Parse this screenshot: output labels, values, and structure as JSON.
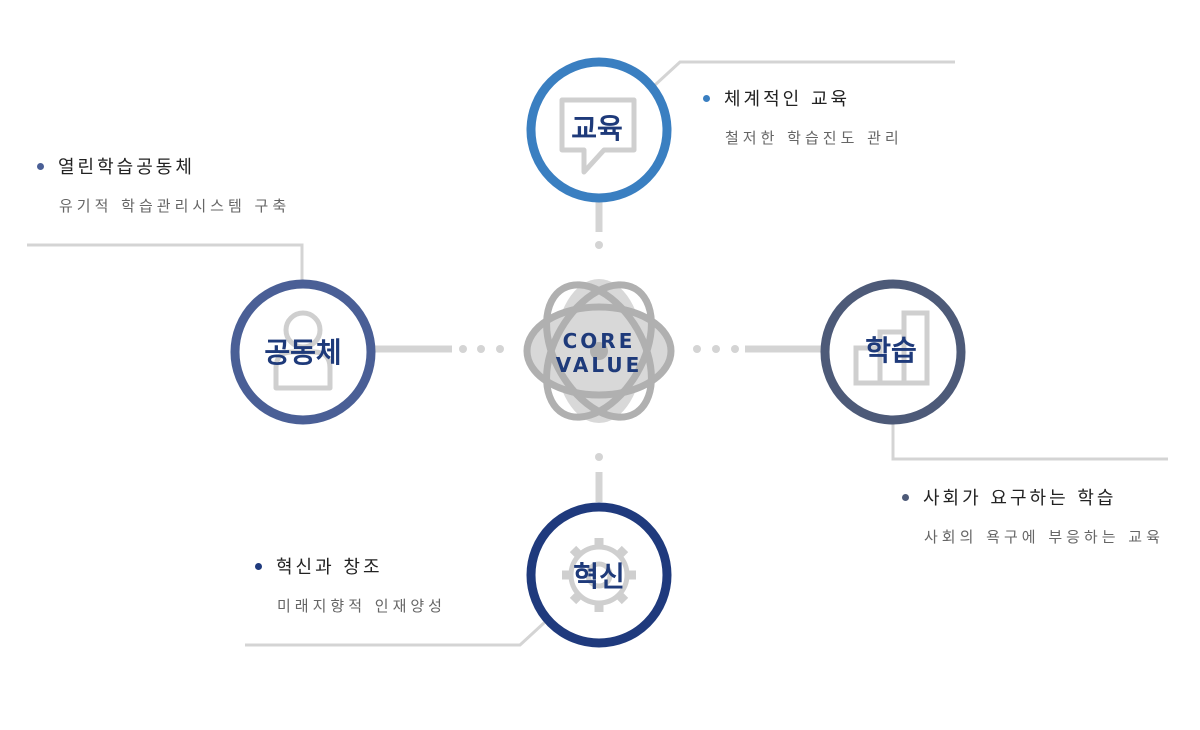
{
  "center": {
    "line1": "CORE",
    "line2": "VALUE"
  },
  "nodes": {
    "education": {
      "label": "교육",
      "ring_color": "#3a7fc1"
    },
    "community": {
      "label": "공동체",
      "ring_color": "#4a5f96"
    },
    "learning": {
      "label": "학습",
      "ring_color": "#4d5a78"
    },
    "innovation": {
      "label": "혁신",
      "ring_color": "#1f3a7d"
    }
  },
  "info": {
    "education": {
      "title": "체계적인 교육",
      "desc": "철저한 학습진도 관리",
      "dot_color": "#3a7fc1"
    },
    "community": {
      "title": "열린학습공동체",
      "desc": "유기적 학습관리시스템 구축",
      "dot_color": "#4a5f96"
    },
    "learning": {
      "title": "사회가 요구하는 학습",
      "desc": "사회의 욕구에 부응하는 교육",
      "dot_color": "#4d5a78"
    },
    "innovation": {
      "title": "혁신과 창조",
      "desc": "미래지향적 인재양성",
      "dot_color": "#1f3a7d"
    }
  },
  "icons": {
    "education": "speech-bubble-icon",
    "community": "person-icon",
    "learning": "bar-chart-icon",
    "innovation": "gear-icon",
    "center": "atom-icon"
  },
  "colors": {
    "connector": "#d4d4d4",
    "icon_gray": "#cfcfcf",
    "label_navy": "#1e3a7a"
  }
}
